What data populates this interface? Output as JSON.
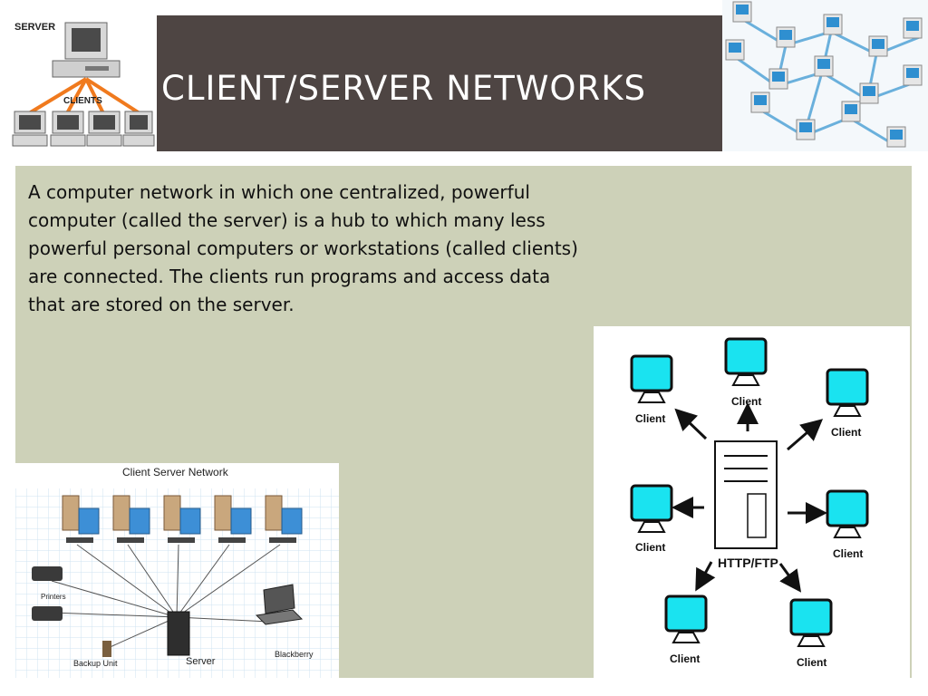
{
  "slide": {
    "title": "CLIENT/SERVER NETWORKS",
    "body": "A computer network in which one centralized, powerful computer (called the server) is a hub to which many less powerful personal computers or workstations (called clients) are connected. The clients run programs and access data that are stored on the server."
  },
  "logo_image": {
    "server_label": "SERVER",
    "clients_label": "CLIENTS"
  },
  "network_diagram": {
    "title": "Client Server Network",
    "printers_label": "Printers",
    "backup_label": "Backup Unit",
    "server_label": "Server",
    "blackberry_label": "Blackberry"
  },
  "http_diagram": {
    "server_label": "HTTP/FTP",
    "client_labels": [
      "Client",
      "Client",
      "Client",
      "Client",
      "Client",
      "Client",
      "Client"
    ]
  },
  "colors": {
    "title_bar": "#4e4543",
    "content_bg": "#cdd1b8",
    "monitor_cyan": "#1ae3f0"
  }
}
